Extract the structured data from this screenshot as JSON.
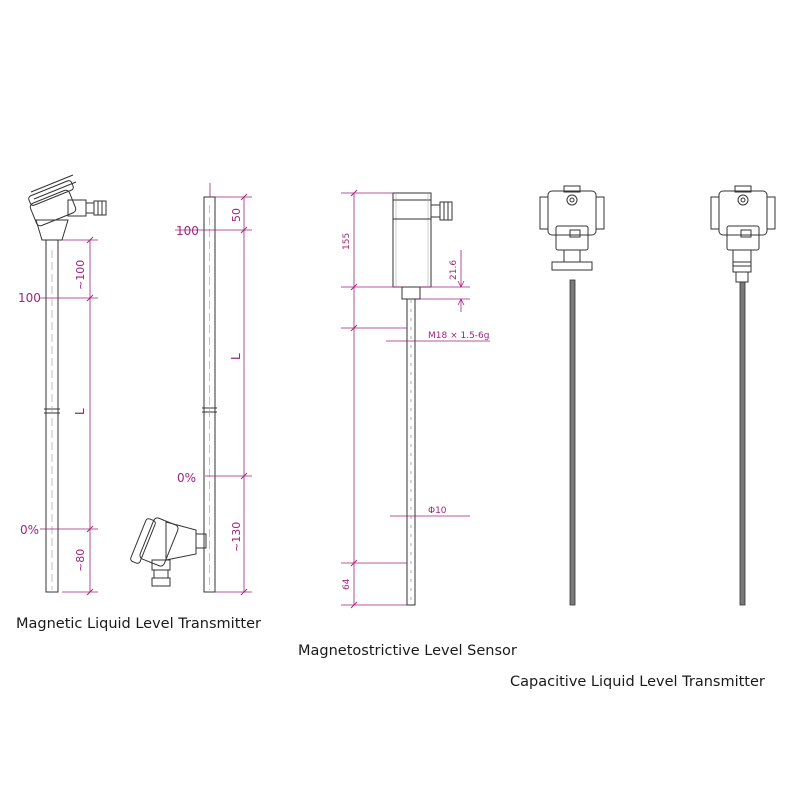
{
  "captions": {
    "magnetic": "Magnetic Liquid Level Transmitter",
    "magnetostrictive": "Magnetostrictive Level Sensor",
    "capacitive": "Capacitive Liquid Level Transmitter"
  },
  "magnetic_a": {
    "label_100": "100",
    "label_0": "0%",
    "dim_top": "~100",
    "dim_L": "L",
    "dim_bottom": "~80"
  },
  "magnetic_b": {
    "label_100": "100",
    "label_0": "0%",
    "dim_top": "50",
    "dim_L": "L",
    "dim_bottom": "~130"
  },
  "magnetostrictive": {
    "dim_155": "155",
    "dim_21_6": "21.6",
    "thread": "M18 × 1.5-6g",
    "diameter": "Φ10",
    "dim_64": "64"
  },
  "colors": {
    "dimension": "#a0237e",
    "outline": "#333333",
    "rod": "#7a7a7a"
  }
}
